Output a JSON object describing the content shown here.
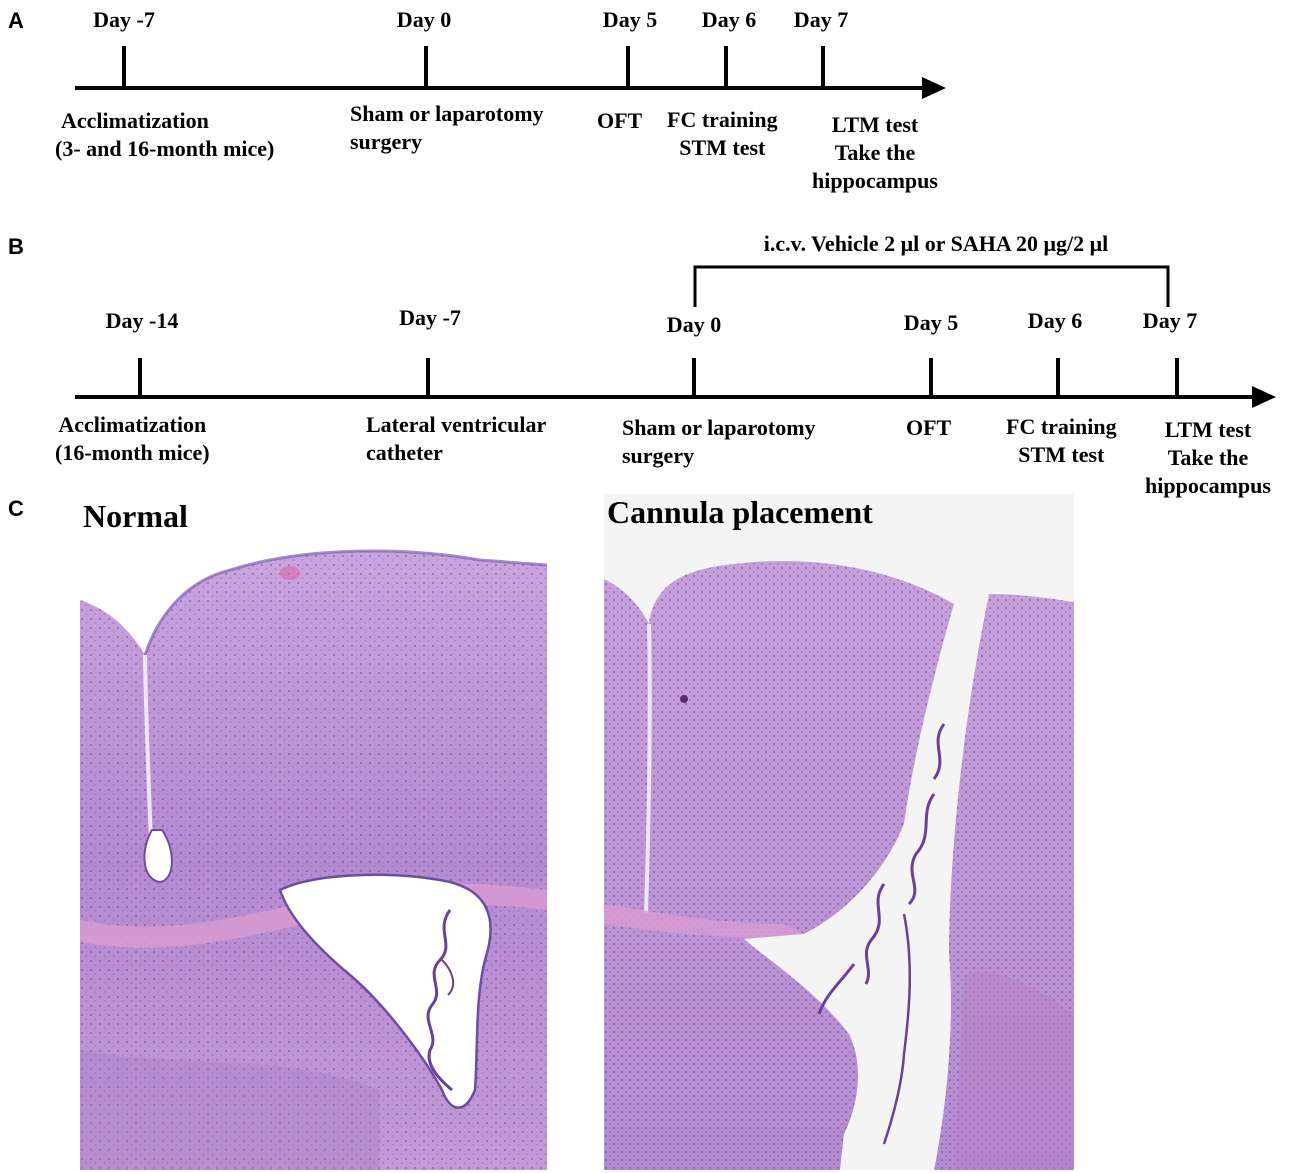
{
  "panels": {
    "a": {
      "letter": "A",
      "days": [
        "Day -7",
        "Day 0",
        "Day 5",
        "Day 6",
        "Day 7"
      ],
      "events": {
        "acclimatization": [
          "Acclimatization",
          "(3- and 16-month mice)"
        ],
        "surgery": [
          "Sham or laparotomy",
          "surgery"
        ],
        "oft": "OFT",
        "fc": [
          "FC training",
          "STM test"
        ],
        "ltm": [
          "LTM test",
          "Take the",
          "hippocampus"
        ]
      }
    },
    "b": {
      "letter": "B",
      "bracket_label": "i.c.v. Vehicle 2 μl or SAHA 20 μg/2 μl",
      "days": [
        "Day -14",
        "Day -7",
        "Day 0",
        "Day 5",
        "Day 6",
        "Day 7"
      ],
      "events": {
        "acclimatization": [
          "Acclimatization",
          "(16-month mice)"
        ],
        "catheter": [
          "Lateral ventricular",
          "catheter"
        ],
        "surgery": [
          "Sham or laparotomy",
          "surgery"
        ],
        "oft": "OFT",
        "fc": [
          "FC training",
          "STM test"
        ],
        "ltm": [
          "LTM test",
          "Take the",
          "hippocampus"
        ]
      }
    },
    "c": {
      "letter": "C",
      "left_title": "Normal",
      "right_title": "Cannula placement"
    }
  },
  "colors": {
    "ink": "#000000",
    "tissue": "#b68ad0",
    "tissue_dark": "#8f6bbf",
    "tissue_pink": "#d7a6d6",
    "slide_bg": "#f4f4f4"
  }
}
